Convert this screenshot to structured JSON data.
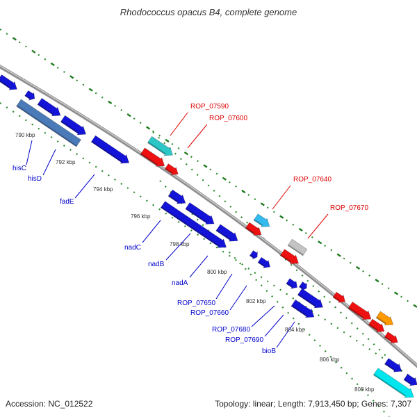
{
  "title": "Rhodococcus opacus B4, complete genome",
  "footer": {
    "accession": "Accession: NC_012522",
    "summary": "Topology: linear; Length: 7,913,450 bp; Genes: 7,307"
  },
  "colors": {
    "background": "#ffffff",
    "backbone": "#9a9a9a",
    "grid_dots": "#2a8a2a",
    "label_blue": "#0000cc",
    "label_red": "#dd0000",
    "gene_blue": "#1414d8",
    "gene_steel": "#4a7ab8",
    "gene_teal": "#2cc6c6",
    "gene_cyan": "#00e6ee",
    "gene_sky": "#33bbee",
    "gene_red": "#ee1111",
    "gene_gray": "#c4c4c4",
    "gene_orange": "#ff9900"
  },
  "ticks": [
    "790 kbp",
    "792 kbp",
    "794 kbp",
    "796 kbp",
    "798 kbp",
    "800 kbp",
    "802 kbp",
    "804 kbp",
    "806 kbp",
    "808 kbp"
  ],
  "blue_labels": [
    "hisC",
    "hisD",
    "fadE",
    "nadC",
    "nadB",
    "nadA",
    "ROP_07650",
    "ROP_07660",
    "ROP_07680",
    "ROP_07690",
    "bioB"
  ],
  "red_labels": [
    "ROP_07590",
    "ROP_07600",
    "ROP_07640",
    "ROP_07670"
  ]
}
